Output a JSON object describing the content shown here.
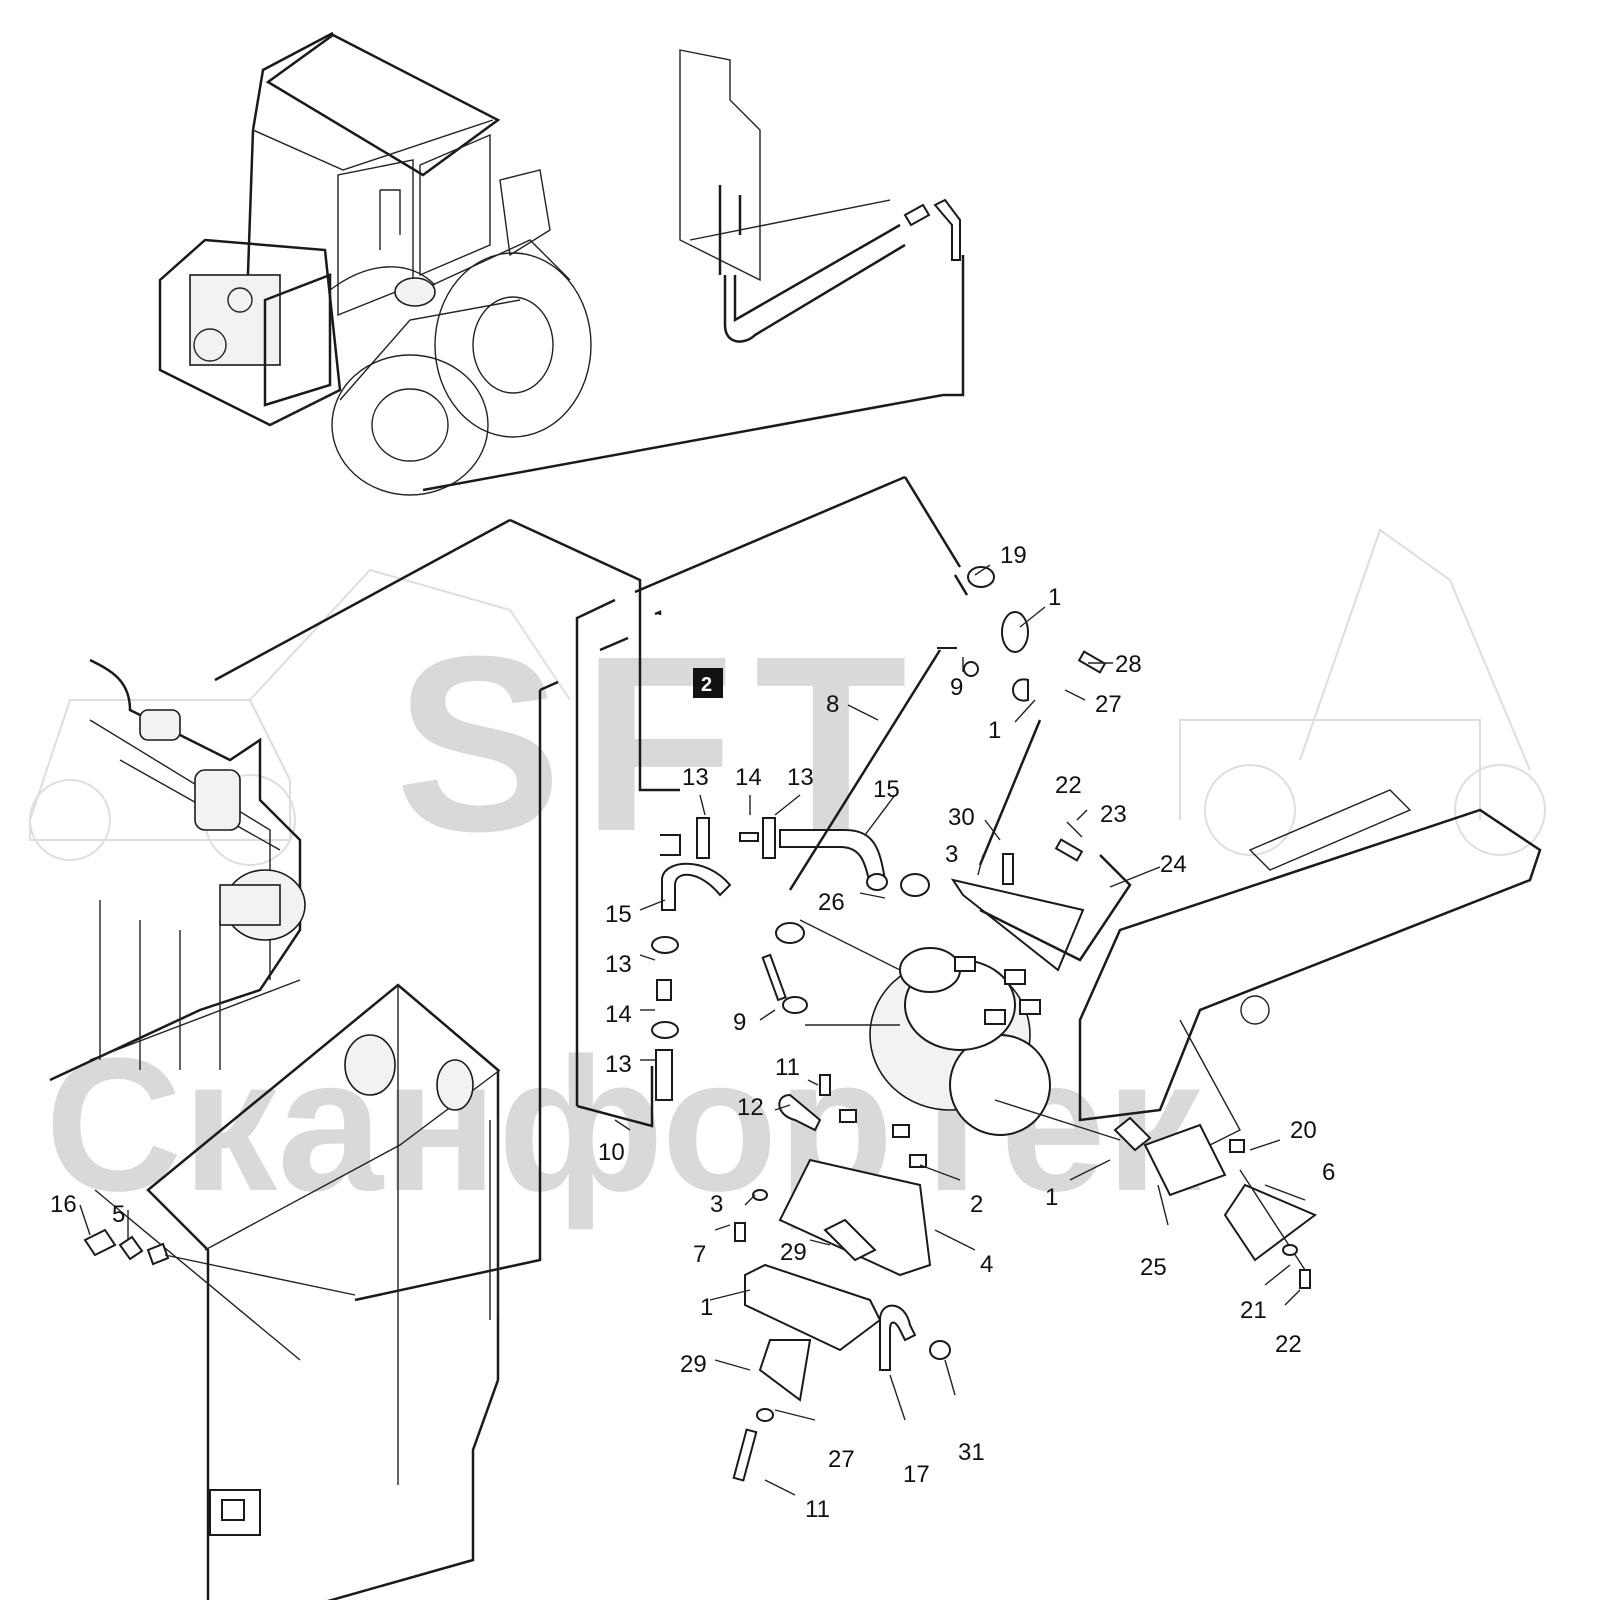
{
  "watermark": {
    "line1": "SFT",
    "line2": "СканфорТек"
  },
  "reference_tag": "2",
  "callouts": [
    {
      "id": "c19",
      "text": "19"
    },
    {
      "id": "c1a",
      "text": "1"
    },
    {
      "id": "c28",
      "text": "28"
    },
    {
      "id": "c9a",
      "text": "9"
    },
    {
      "id": "c27a",
      "text": "27"
    },
    {
      "id": "c8",
      "text": "8"
    },
    {
      "id": "c1b",
      "text": "1"
    },
    {
      "id": "c13a",
      "text": "13"
    },
    {
      "id": "c14a",
      "text": "14"
    },
    {
      "id": "c13b",
      "text": "13"
    },
    {
      "id": "c15a",
      "text": "15"
    },
    {
      "id": "c30",
      "text": "30"
    },
    {
      "id": "c22a",
      "text": "22"
    },
    {
      "id": "c23",
      "text": "23"
    },
    {
      "id": "c3a",
      "text": "3"
    },
    {
      "id": "c24",
      "text": "24"
    },
    {
      "id": "c15b",
      "text": "15"
    },
    {
      "id": "c26",
      "text": "26"
    },
    {
      "id": "c13c",
      "text": "13"
    },
    {
      "id": "c14b",
      "text": "14"
    },
    {
      "id": "c9b",
      "text": "9"
    },
    {
      "id": "c13d",
      "text": "13"
    },
    {
      "id": "c11a",
      "text": "11"
    },
    {
      "id": "c12",
      "text": "12"
    },
    {
      "id": "c10",
      "text": "10"
    },
    {
      "id": "c20",
      "text": "20"
    },
    {
      "id": "c1c",
      "text": "1"
    },
    {
      "id": "c6",
      "text": "6"
    },
    {
      "id": "c16",
      "text": "16"
    },
    {
      "id": "c5",
      "text": "5"
    },
    {
      "id": "c3b",
      "text": "3"
    },
    {
      "id": "c2",
      "text": "2"
    },
    {
      "id": "c7",
      "text": "7"
    },
    {
      "id": "c29a",
      "text": "29"
    },
    {
      "id": "c4",
      "text": "4"
    },
    {
      "id": "c25",
      "text": "25"
    },
    {
      "id": "c21",
      "text": "21"
    },
    {
      "id": "c22b",
      "text": "22"
    },
    {
      "id": "c1d",
      "text": "1"
    },
    {
      "id": "c29b",
      "text": "29"
    },
    {
      "id": "c27b",
      "text": "27"
    },
    {
      "id": "c17",
      "text": "17"
    },
    {
      "id": "c31",
      "text": "31"
    },
    {
      "id": "c11b",
      "text": "11"
    }
  ]
}
